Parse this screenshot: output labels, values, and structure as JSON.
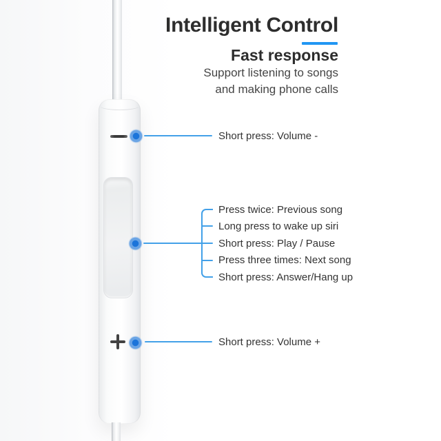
{
  "header": {
    "title": "Intelligent Control",
    "subtitle": "Fast response",
    "description": [
      "Support listening to songs",
      "and making phone calls"
    ]
  },
  "device": {
    "name": "wired earphone inline remote",
    "volume_down_symbol": "-",
    "volume_up_symbol": "+"
  },
  "callouts": {
    "volume_down": "Short press: Volume -",
    "center": [
      "Press twice: Previous song",
      "Long press to wake up siri",
      "Short press: Play / Pause",
      "Press three times: Next song",
      "Short press: Answer/Hang up"
    ],
    "volume_up": "Short press: Volume +"
  },
  "colors": {
    "accent_underline": "#2196f3",
    "callout_line": "#42a0e8",
    "dot_inner": "#1b74da",
    "dot_halo": "#6aa4e5",
    "title_text": "#2d2d2d",
    "body_text": "#333333"
  }
}
